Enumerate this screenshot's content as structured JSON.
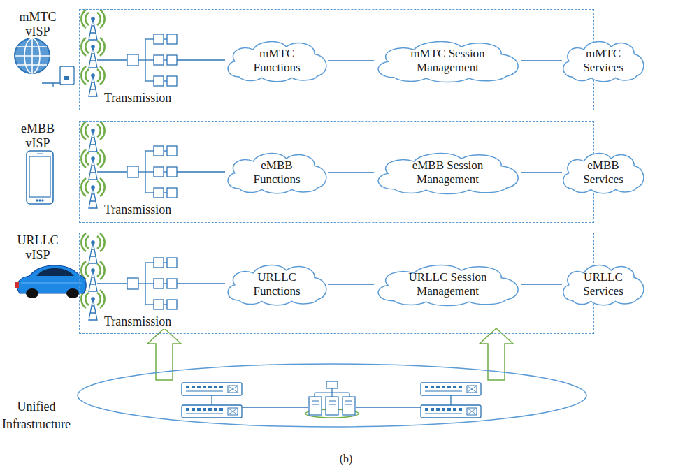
{
  "diagram": {
    "caption": "(b)",
    "nodes": [
      {
        "text": [
          "mMTC vISP",
          "Transmission"
        ]
      },
      {
        "text": [
          "mMTC Functions"
        ],
        "in": 0
      },
      {
        "text": [
          "mMTC Session Management"
        ],
        "in": 0
      },
      {
        "text": [
          "mMTC Services"
        ]
      },
      {
        "text": [
          "eMBB vISP",
          "Transmission"
        ]
      },
      {
        "text": [
          "eMBB Functions"
        ],
        "in": 4
      },
      {
        "text": [
          "eMBB Session Management"
        ],
        "in": 4
      },
      {
        "text": [
          "eMBB Services"
        ]
      },
      {
        "text": [
          "URLLC vISP",
          "Transmission"
        ]
      },
      {
        "text": [
          "URLLC Functions"
        ],
        "in": 8
      },
      {
        "text": [
          "URLLC Session Management"
        ],
        "in": 8
      },
      {
        "text": [
          "URLLC Services"
        ]
      },
      {
        "text": [
          "Unified Infrastructure"
        ]
      }
    ],
    "edges": [
      {
        "from": 1,
        "to": 2,
        "arrow": "none"
      },
      {
        "from": 2,
        "to": 3,
        "arrow": "none"
      },
      {
        "from": 5,
        "to": 6,
        "arrow": "none"
      },
      {
        "from": 6,
        "to": 7,
        "arrow": "none"
      },
      {
        "from": 9,
        "to": 10,
        "arrow": "none"
      },
      {
        "from": 10,
        "to": 11,
        "arrow": "none"
      },
      {
        "from": 12,
        "to": 8,
        "arrow": "to"
      },
      {
        "from": 12,
        "to": 8,
        "arrow": "to"
      }
    ]
  }
}
